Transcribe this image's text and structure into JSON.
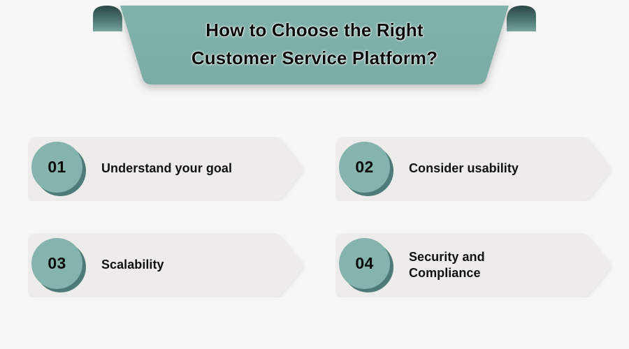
{
  "banner": {
    "title_line1": "How to Choose the Right",
    "title_line2": "Customer Service Platform?",
    "title": "How to Choose the Right\nCustomer Service Platform?",
    "fill_color": "#7fb0aa",
    "fold_dark_color": "#2e4a48",
    "fold_light_color": "#6e9b97"
  },
  "colors": {
    "page_background": "#f7f7f7",
    "card_background": "#edeceb",
    "badge_teal": "#85b4ae",
    "badge_shadow_teal": "#4d7b78",
    "text_dark": "#111111"
  },
  "steps": [
    {
      "number": "01",
      "label": "Understand your goal"
    },
    {
      "number": "02",
      "label": "Consider usability"
    },
    {
      "number": "03",
      "label": "Scalability"
    },
    {
      "number": "04",
      "label": "Security and\nCompliance"
    }
  ]
}
